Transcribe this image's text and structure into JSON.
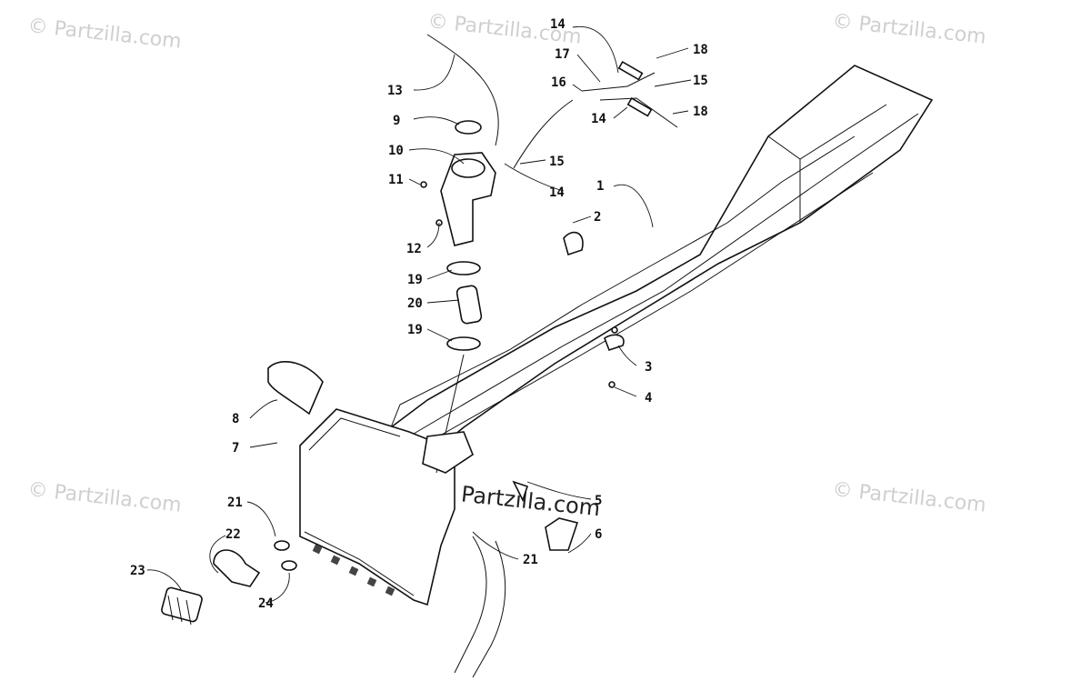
{
  "watermark": {
    "text": "© Partzilla.com",
    "center_text": "© Partzilla.com"
  },
  "callouts": [
    {
      "num": "1"
    },
    {
      "num": "2"
    },
    {
      "num": "3"
    },
    {
      "num": "4"
    },
    {
      "num": "5"
    },
    {
      "num": "6"
    },
    {
      "num": "7"
    },
    {
      "num": "8"
    },
    {
      "num": "9"
    },
    {
      "num": "10"
    },
    {
      "num": "11"
    },
    {
      "num": "12"
    },
    {
      "num": "13"
    },
    {
      "num": "14"
    },
    {
      "num": "14"
    },
    {
      "num": "14"
    },
    {
      "num": "15"
    },
    {
      "num": "15"
    },
    {
      "num": "16"
    },
    {
      "num": "17"
    },
    {
      "num": "18"
    },
    {
      "num": "18"
    },
    {
      "num": "19"
    },
    {
      "num": "19"
    },
    {
      "num": "20"
    },
    {
      "num": "21"
    },
    {
      "num": "21"
    },
    {
      "num": "22"
    },
    {
      "num": "23"
    },
    {
      "num": "24"
    }
  ]
}
